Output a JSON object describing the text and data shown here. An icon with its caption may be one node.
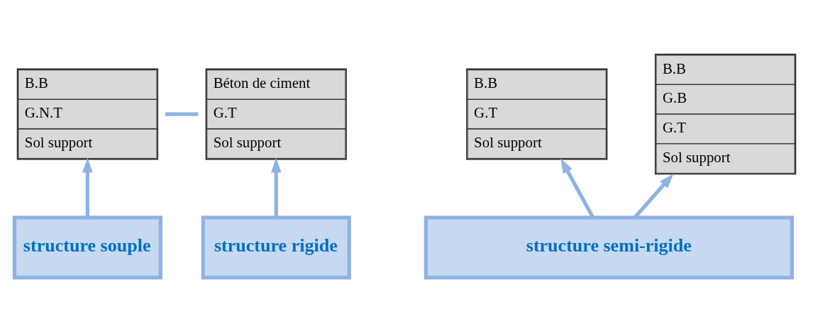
{
  "diagram": {
    "nodes": [
      {
        "text": [
          "B.B",
          "G.N.T",
          "Sol support"
        ]
      },
      {
        "text": [
          "B.B",
          "G.T",
          "Sol support"
        ]
      },
      {
        "text": [
          "B.B",
          "G.B",
          "G.T",
          "Sol support"
        ]
      },
      {
        "text": [
          "Béton de ciment",
          "G.T",
          "Sol support"
        ]
      },
      {
        "text": [
          "structure souple"
        ]
      },
      {
        "text": [
          "structure semi-rigide"
        ]
      },
      {
        "text": [
          "structure rigide"
        ]
      }
    ],
    "edges": [
      {
        "from": 0,
        "to": 3,
        "arrow": "none"
      },
      {
        "from": 4,
        "to": 0,
        "arrow": "to"
      },
      {
        "from": 5,
        "to": 1,
        "arrow": "to"
      },
      {
        "from": 5,
        "to": 2,
        "arrow": "to"
      },
      {
        "from": 6,
        "to": 3,
        "arrow": "to"
      }
    ]
  }
}
